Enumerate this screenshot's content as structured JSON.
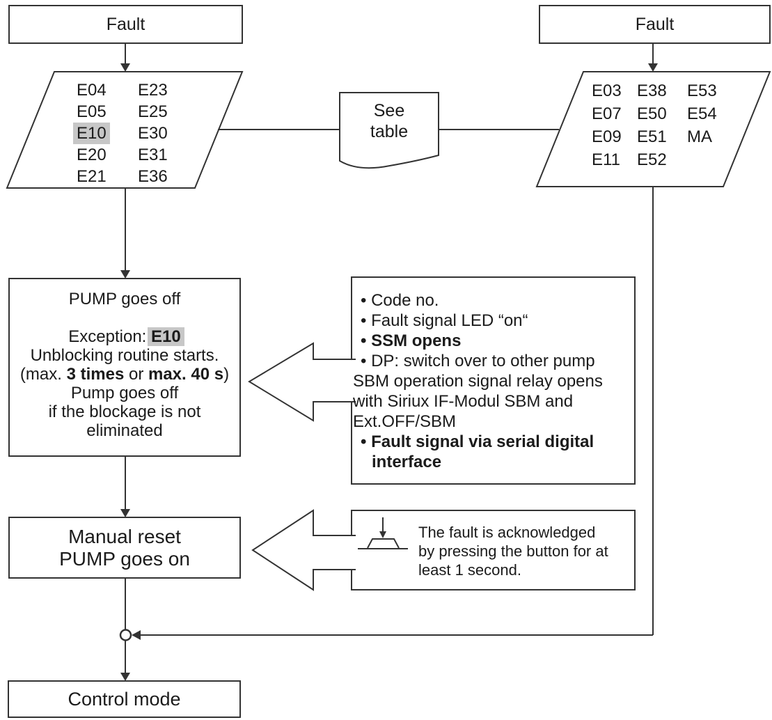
{
  "fault_left": {
    "label": "Fault"
  },
  "fault_right": {
    "label": "Fault"
  },
  "left_codes": {
    "highlighted": "E10",
    "columns": [
      [
        "E04",
        "E05",
        "E10",
        "E20",
        "E21"
      ],
      [
        "E23",
        "E25",
        "E30",
        "E31",
        "E36"
      ]
    ]
  },
  "right_codes": {
    "highlighted": "",
    "columns": [
      [
        "E03",
        "E07",
        "E09",
        "E11"
      ],
      [
        "E38",
        "E50",
        "E51",
        "E52"
      ],
      [
        "E53",
        "E54",
        "MA"
      ]
    ]
  },
  "see_table": {
    "line1": "See",
    "line2": "table"
  },
  "pump_off": {
    "lines": [
      [
        {
          "t": "PUMP goes off"
        }
      ],
      [],
      [
        {
          "t": "Exception: "
        },
        {
          "t": "E10",
          "b": true,
          "hl": true
        }
      ],
      [
        {
          "t": "Unblocking routine starts."
        }
      ],
      [
        {
          "t": "(max. "
        },
        {
          "t": "3 times",
          "b": true
        },
        {
          "t": " or "
        },
        {
          "t": "max. 40 s",
          "b": true
        },
        {
          "t": ")"
        }
      ],
      [
        {
          "t": "Pump goes off"
        }
      ],
      [
        {
          "t": "if the blockage is not"
        }
      ],
      [
        {
          "t": "eliminated"
        }
      ]
    ]
  },
  "effects": {
    "items": [
      {
        "text": "• Code no.",
        "bold": false,
        "bullet": true,
        "indent": false
      },
      {
        "text": "• Fault signal LED “on“",
        "bold": false,
        "bullet": true,
        "indent": false
      },
      {
        "text": "• SSM opens",
        "bold": true,
        "bullet": true,
        "indent": false
      },
      {
        "text": "• DP: switch over to other pump",
        "bold": false,
        "bullet": true,
        "indent": false
      },
      {
        "text": "SBM operation signal relay opens",
        "bold": false,
        "bullet": false,
        "indent": false
      },
      {
        "text": "with Siriux IF-Modul SBM and",
        "bold": false,
        "bullet": false,
        "indent": false
      },
      {
        "text": "Ext.OFF/SBM",
        "bold": false,
        "bullet": false,
        "indent": false
      },
      {
        "text": "• Fault signal via serial digital",
        "bold": true,
        "bullet": true,
        "indent": false
      },
      {
        "text": "interface",
        "bold": true,
        "bullet": false,
        "indent": true
      }
    ]
  },
  "manual_reset": {
    "line1": "Manual reset",
    "line2": "PUMP goes on"
  },
  "acknowledge": {
    "lines": [
      "The fault is acknowledged",
      "by pressing the button for at",
      "least 1 second."
    ]
  },
  "control_mode": {
    "label": "Control mode"
  },
  "icons": {
    "button_press": "button-press-icon"
  },
  "colors": {
    "line": "#333333",
    "text": "#1b1b1b",
    "highlight": "#c7c7c7",
    "background": "#ffffff"
  }
}
